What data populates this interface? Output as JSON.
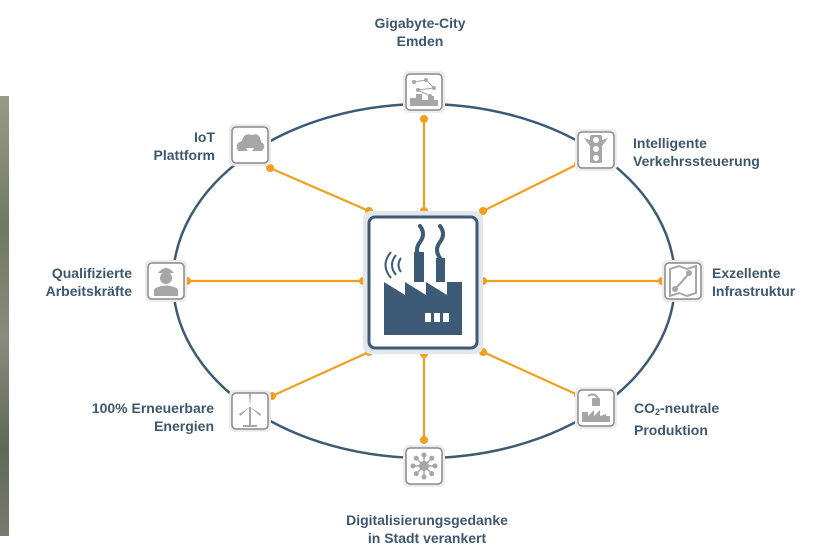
{
  "diagram": {
    "center": {
      "icon": "factory-icon"
    },
    "colors": {
      "ring": "#3d5a76",
      "spoke": "#f0a01e",
      "text": "#3d5770",
      "icon_border": "#8a8a8a",
      "icon_glyph": "#a6a6a6"
    },
    "nodes": [
      {
        "id": "gigabyte-city",
        "icon": "city-network-icon",
        "lines": [
          "Gigabyte-City",
          "Emden"
        ]
      },
      {
        "id": "verkehrssteuerung",
        "icon": "traffic-light-icon",
        "lines": [
          "Intelligente",
          "Verkehrssteuerung"
        ]
      },
      {
        "id": "infrastruktur",
        "icon": "infrastructure-map-icon",
        "lines": [
          "Exzellente",
          "Infrastruktur"
        ]
      },
      {
        "id": "co2-produktion",
        "icon": "co2-plug-icon",
        "lines": [
          "CO",
          "2",
          "-neutrale",
          "Produktion"
        ]
      },
      {
        "id": "digitalisierung",
        "icon": "digital-network-icon",
        "lines": [
          "Digitalisierungsgedanke",
          "in Stadt verankert"
        ]
      },
      {
        "id": "erneuerbare",
        "icon": "wind-turbine-icon",
        "lines": [
          "100% Erneuerbare",
          "Energien"
        ]
      },
      {
        "id": "arbeitskraefte",
        "icon": "worker-icon",
        "lines": [
          "Qualifizierte",
          "Arbeitskräfte"
        ]
      },
      {
        "id": "iot-plattform",
        "icon": "cloud-icon",
        "lines": [
          "IoT",
          "Plattform"
        ]
      }
    ]
  }
}
